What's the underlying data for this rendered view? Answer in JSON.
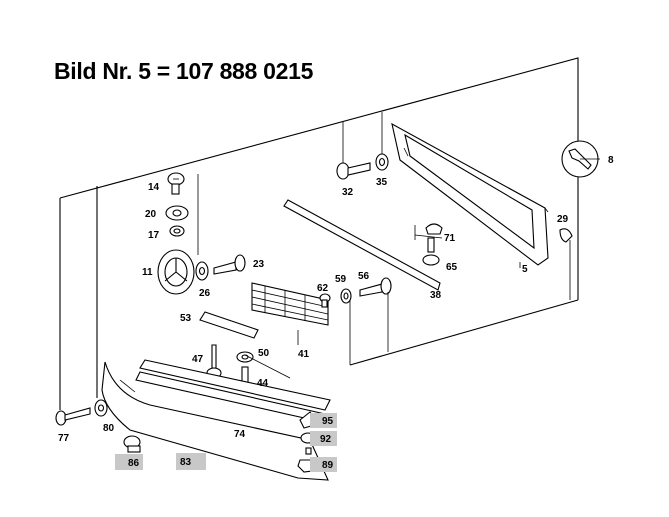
{
  "title": "Bild Nr. 5 = 107 888 0215",
  "labels": {
    "l5": "5",
    "l8": "8",
    "l11": "11",
    "l14": "14",
    "l17": "17",
    "l20": "20",
    "l23": "23",
    "l26": "26",
    "l29": "29",
    "l32": "32",
    "l35": "35",
    "l38": "38",
    "l41": "41",
    "l44": "44",
    "l47": "47",
    "l50": "50",
    "l53": "53",
    "l56": "56",
    "l59": "59",
    "l62": "62",
    "l65": "65",
    "l71": "71",
    "l74": "74",
    "l77": "77",
    "l80": "80",
    "l83": "83",
    "l86": "86",
    "l89": "89",
    "l92": "92",
    "l95": "95"
  },
  "highlighted_labels": [
    "83",
    "86",
    "89",
    "92",
    "95"
  ],
  "colors": {
    "highlight": "#c8c8c8",
    "line": "#000000"
  }
}
